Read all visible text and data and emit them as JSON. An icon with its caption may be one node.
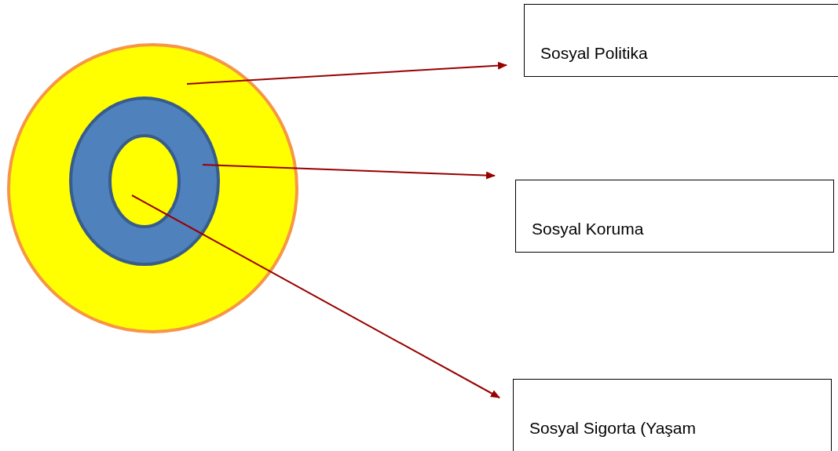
{
  "diagram": {
    "nodes": [
      {
        "text": [],
        "shape": "circle"
      },
      {
        "text": [],
        "shape": "circle",
        "in": 0
      },
      {
        "text": [],
        "shape": "circle",
        "in": 1
      },
      {
        "text": [
          "Sosyal Politika"
        ]
      },
      {
        "text": [
          "Sosyal Koruma"
        ]
      },
      {
        "text": [
          "Sosyal Sigorta (Yaşam"
        ]
      }
    ],
    "edges": [
      {
        "from": 0,
        "to": 3,
        "arrow": "to"
      },
      {
        "from": 1,
        "to": 4,
        "arrow": "to"
      },
      {
        "from": 2,
        "to": 5,
        "arrow": "to"
      }
    ]
  }
}
